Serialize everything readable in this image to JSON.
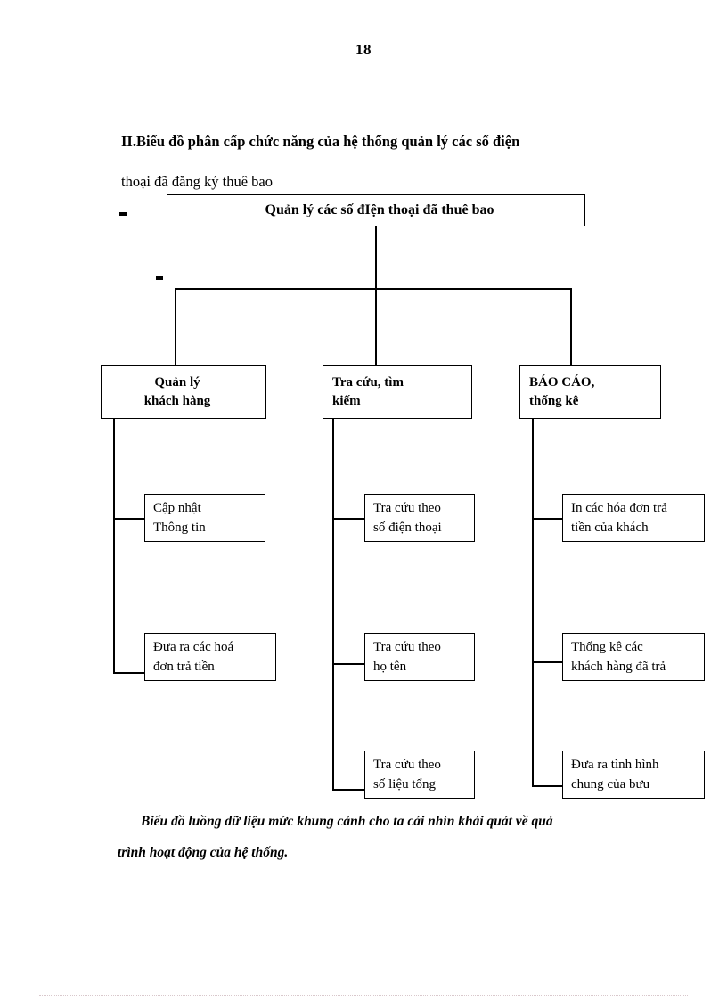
{
  "page": {
    "number": "18"
  },
  "heading": {
    "line1": "II.Biểu đồ phân cấp chức năng của hệ thống quản lý các số điện",
    "line2": "thoại đã đăng ký thuê bao"
  },
  "diagram": {
    "root": {
      "label": "Quản lý các số đIện thoại  đã thuê bao"
    },
    "branches": [
      {
        "label": "Quản lý\nkhách hàng",
        "children": [
          {
            "label": "Cập nhật\nThông tin"
          },
          {
            "label": "Đưa ra các hoá\nđơn trả tiền"
          }
        ]
      },
      {
        "label": "Tra cứu, tìm\nkiếm",
        "children": [
          {
            "label": "Tra cứu theo\nsố điện thoại"
          },
          {
            "label": "Tra cứu theo\nhọ tên"
          },
          {
            "label": "Tra cứu theo\nsố liệu tổng"
          }
        ]
      },
      {
        "label": "BÁO CÁO,\nthống kê",
        "children": [
          {
            "label": "In các hóa đơn trả\ntiền của khách"
          },
          {
            "label": "Thống kê các\nkhách hàng đã trả"
          },
          {
            "label": "Đưa ra tình hình\nchung của bưu"
          }
        ]
      }
    ]
  },
  "caption": {
    "line1": "Biểu đồ luồng dữ liệu mức khung cảnh cho ta cái nhìn khái quát về quá",
    "line2": "trình hoạt động của hệ thống."
  },
  "colors": {
    "ink": "#000000",
    "paper": "#ffffff",
    "footer_rule": "#d9c8cc"
  }
}
